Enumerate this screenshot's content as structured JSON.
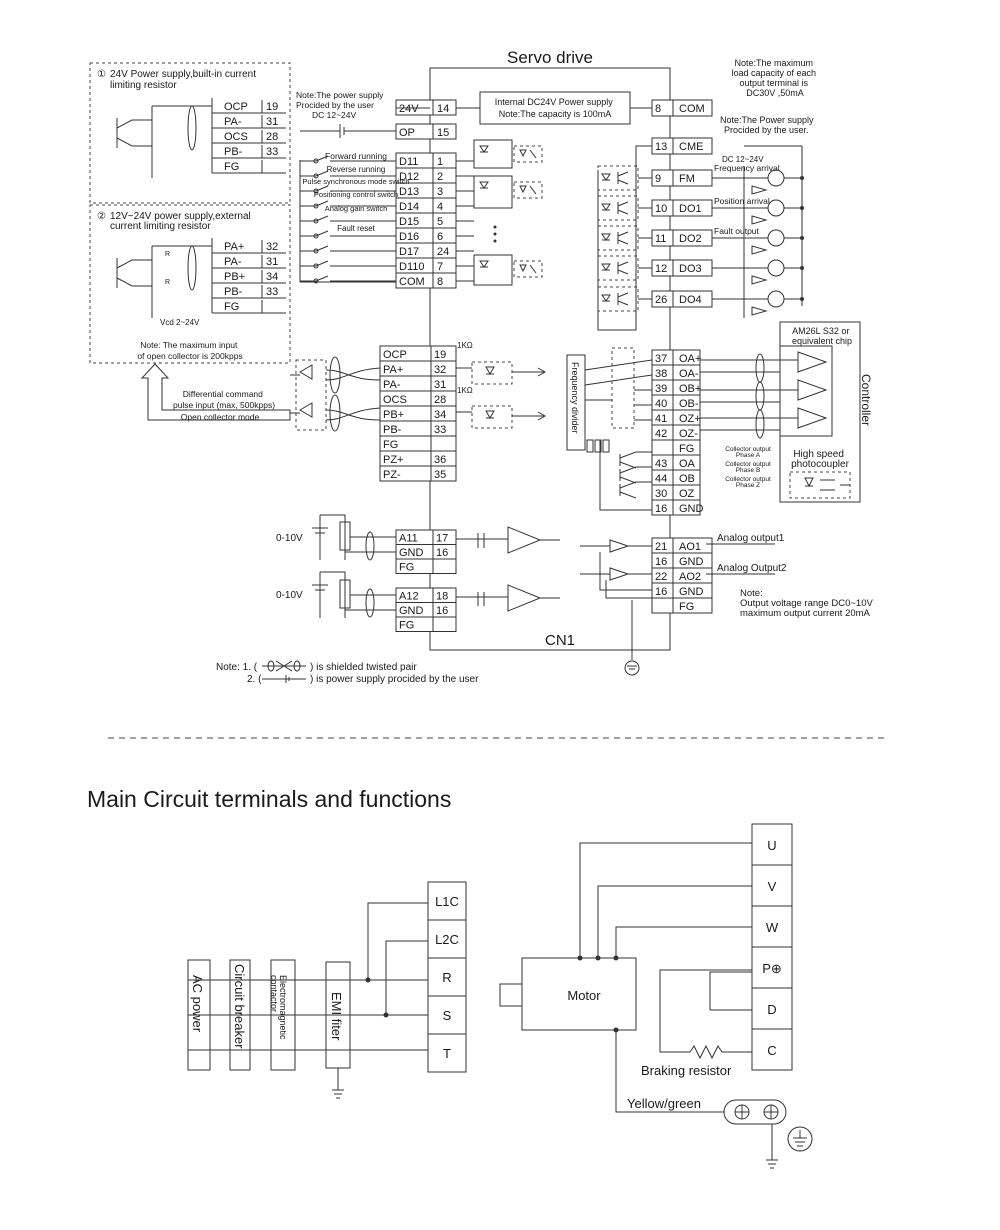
{
  "top": {
    "title": "Servo drive",
    "cn1": "CN1",
    "note_max_load": [
      "Note:The maximum",
      "load capacity of each",
      "output terminal is",
      "DC30V ,50mA"
    ],
    "note_user_supply_right": [
      "Note:The Power supply",
      "Procided by the user."
    ],
    "note_user_supply_left": [
      "Note:The power supply",
      "Procided by the user",
      "DC 12~24V"
    ],
    "internal_supply": [
      "Internal DC24V Power supply",
      "Note:The capacity is 100mA"
    ],
    "dc_label": "DC 12~24V",
    "sec1": [
      "24V Power supply,built-in current",
      "limiting resistor"
    ],
    "sec1_num": "①",
    "sec2": [
      "12V~24V power supply,external",
      "current limiting resistor"
    ],
    "sec2_num": "②",
    "vcc_label": "Vcd 2~24V",
    "open_collector_note": [
      "Note: The maximum input",
      "of open collector is 200kpps"
    ],
    "diff_input": [
      "Differential command",
      "pulse input (max, 500kpps)"
    ],
    "open_collector_mode": "Open collector mode",
    "r_label": "R",
    "freq_divider": "Frequency divider",
    "chip_label": [
      "AM26L S32 or",
      "equivalent chip"
    ],
    "controller": "Controller",
    "photocoupler": [
      "High speed",
      "photocoupler"
    ],
    "res_1k": "1KΩ",
    "volt_label": "0-10V",
    "analog_out1": "Analog output1",
    "analog_out2": "Analog Output2",
    "analog_note": [
      "Note:",
      "Output voltage range DC0~10V",
      "maximum output current 20mA"
    ],
    "footnote_prefix": "Note: 1. (",
    "footnote_1": ") is shielded twisted pair",
    "footnote_2_prefix": "2. (",
    "footnote_2": ") is power supply procided by the user",
    "sec1_terms": [
      [
        "OCP",
        "19"
      ],
      [
        "PA-",
        "31"
      ],
      [
        "OCS",
        "28"
      ],
      [
        "PB-",
        "33"
      ],
      [
        "FG",
        ""
      ]
    ],
    "sec2_terms": [
      [
        "PA+",
        "32"
      ],
      [
        "PA-",
        "31"
      ],
      [
        "PB+",
        "34"
      ],
      [
        "PB-",
        "33"
      ],
      [
        "FG",
        ""
      ]
    ],
    "in_terms": [
      [
        "24V",
        "14"
      ],
      [
        "OP",
        "15"
      ],
      [
        "D11",
        "1"
      ],
      [
        "D12",
        "2"
      ],
      [
        "D13",
        "3"
      ],
      [
        "D14",
        "4"
      ],
      [
        "D15",
        "5"
      ],
      [
        "D16",
        "6"
      ],
      [
        "D17",
        "24"
      ],
      [
        "D110",
        "7"
      ],
      [
        "COM",
        "8"
      ]
    ],
    "in_labels": [
      "Forward running",
      "Reverse running",
      "Pulse synchronous mode switch",
      "Positioning control switch",
      "Analog gain switch",
      "Fault reset"
    ],
    "pulse_terms": [
      [
        "OCP",
        "19"
      ],
      [
        "PA+",
        "32"
      ],
      [
        "PA-",
        "31"
      ],
      [
        "OCS",
        "28"
      ],
      [
        "PB+",
        "34"
      ],
      [
        "PB-",
        "33"
      ],
      [
        "FG",
        ""
      ],
      [
        "PZ+",
        "36"
      ],
      [
        "PZ-",
        "35"
      ]
    ],
    "ai1_terms": [
      [
        "A11",
        "17"
      ],
      [
        "GND",
        "16"
      ],
      [
        "FG",
        ""
      ]
    ],
    "ai2_terms": [
      [
        "A12",
        "18"
      ],
      [
        "GND",
        "16"
      ],
      [
        "FG",
        ""
      ]
    ],
    "out_terms": [
      [
        "8",
        "COM"
      ],
      [
        "13",
        "CME"
      ],
      [
        "9",
        "FM"
      ],
      [
        "10",
        "DO1"
      ],
      [
        "11",
        "DO2"
      ],
      [
        "12",
        "DO3"
      ],
      [
        "26",
        "DO4"
      ]
    ],
    "out_labels": [
      "Frequency arrival",
      "Position arrival",
      "Fault output"
    ],
    "enc_terms": [
      [
        "37",
        "OA+"
      ],
      [
        "38",
        "OA-"
      ],
      [
        "39",
        "OB+"
      ],
      [
        "40",
        "OB-"
      ],
      [
        "41",
        "OZ+"
      ],
      [
        "42",
        "OZ-"
      ],
      [
        "",
        "FG"
      ],
      [
        "43",
        "OA"
      ],
      [
        "44",
        "OB"
      ],
      [
        "30",
        "OZ"
      ],
      [
        "16",
        "GND"
      ]
    ],
    "enc_labels": [
      "Collector output Phase A",
      "Collector output Phase B",
      "Collector output Phase Z"
    ],
    "ao_terms": [
      [
        "21",
        "AO1"
      ],
      [
        "16",
        "GND"
      ],
      [
        "22",
        "AO2"
      ],
      [
        "16",
        "GND"
      ],
      [
        "",
        "FG"
      ]
    ]
  },
  "bottom": {
    "heading": "Main Circuit terminals and functions",
    "ac_power": "AC power",
    "breaker": "Circuit breaker",
    "contactor": [
      "Electromagnetic",
      "contactor"
    ],
    "emi": "EMI fiter",
    "left_terms": [
      "L1C",
      "L2C",
      "R",
      "S",
      "T"
    ],
    "right_terms": [
      "U",
      "V",
      "W",
      "P⊕",
      "D",
      "C"
    ],
    "motor": "Motor",
    "braking": "Braking resistor",
    "yellow_green": "Yellow/green"
  }
}
